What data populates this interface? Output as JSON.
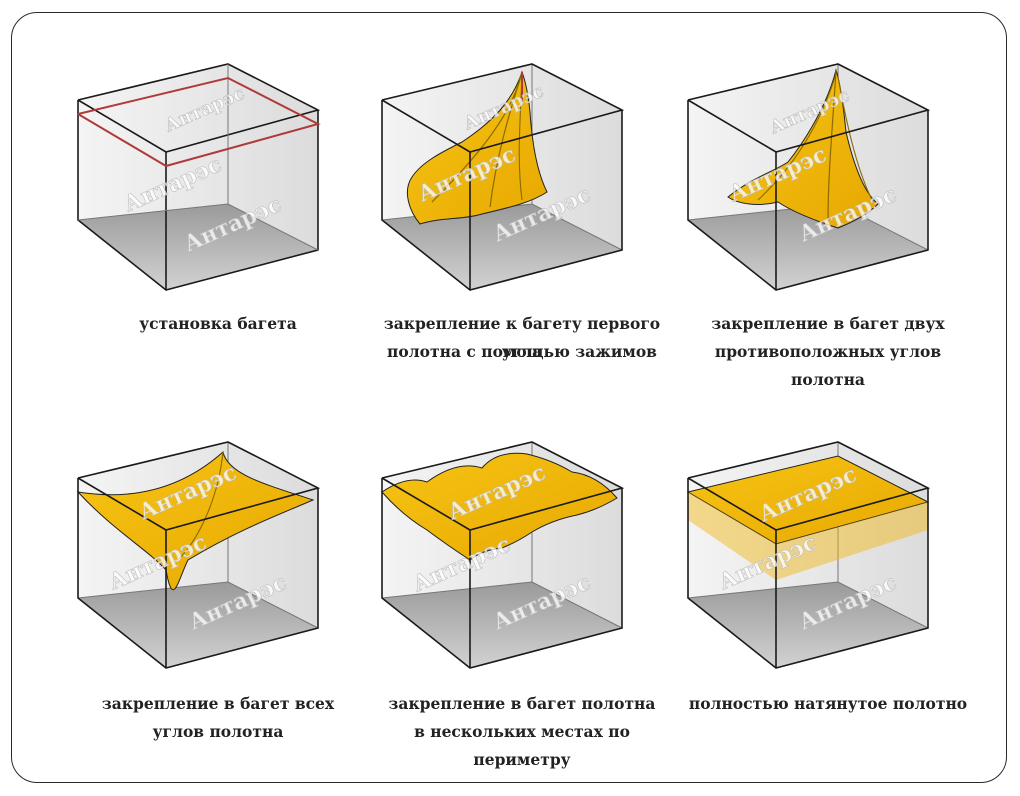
{
  "watermark": "Антарэс",
  "colors": {
    "fabric": "#f2b50c",
    "fabric_dark": "#d49a00",
    "edge": "#1a1a1a",
    "floor": "#b8b8b8",
    "wall": "#efefef",
    "baguette": "#b03a3a"
  },
  "steps": [
    {
      "caption_line1": "установка багета",
      "caption_line2": ""
    },
    {
      "caption_line1": "закрепление к багету первого угла",
      "caption_line2": "полотна с помощью зажимов"
    },
    {
      "caption_line1": "закрепление в багет двух",
      "caption_line2": "противоположных углов полотна"
    },
    {
      "caption_line1": "закрепление в багет всех",
      "caption_line2": "углов полотна"
    },
    {
      "caption_line1": "закрепление в багет полотна",
      "caption_line2": "в нескольких местах по периметру"
    },
    {
      "caption_line1": "полностью натянутое полотно",
      "caption_line2": ""
    }
  ]
}
